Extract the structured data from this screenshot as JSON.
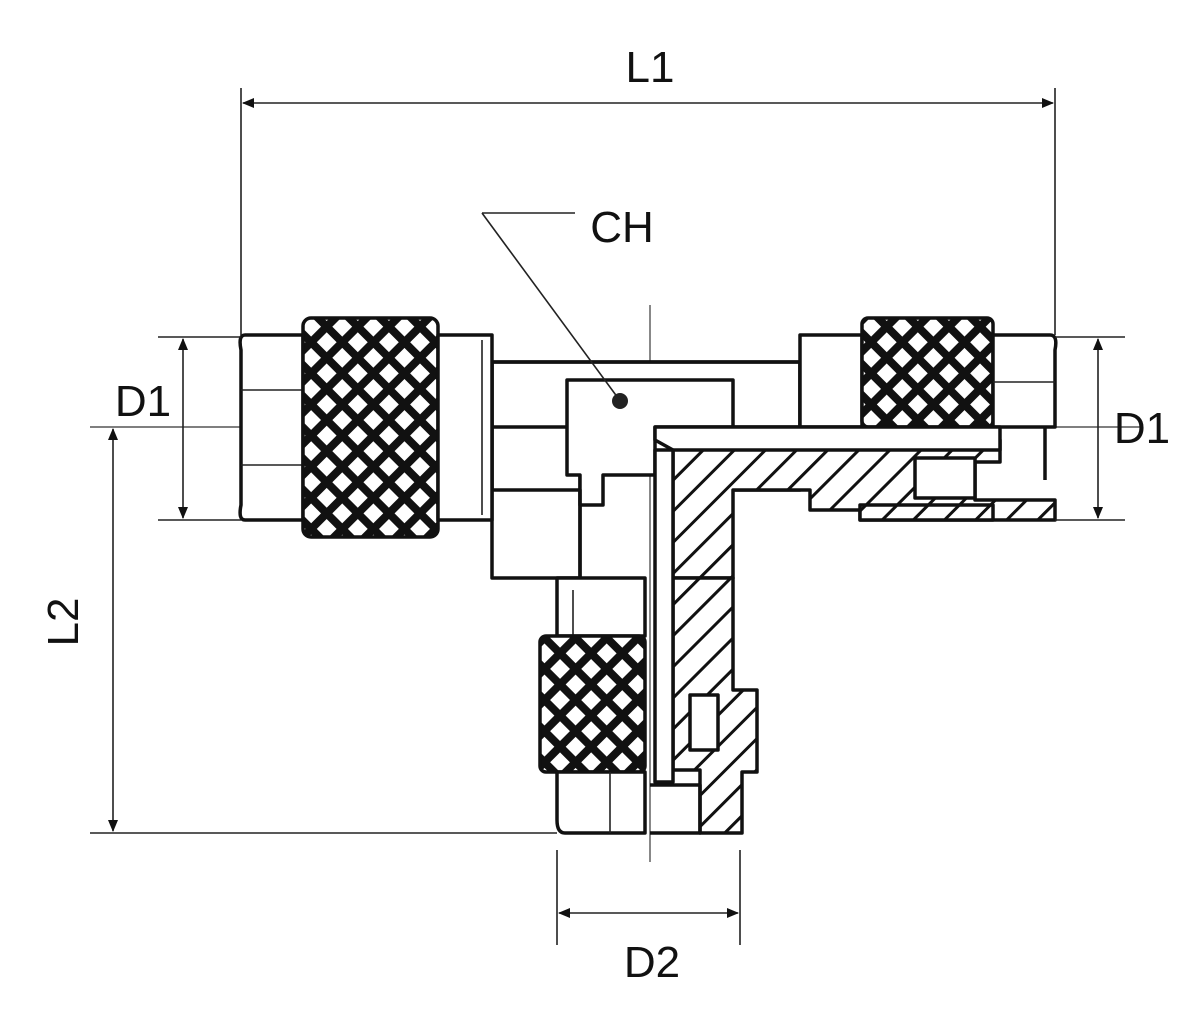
{
  "title": "Tee fitting with knurled compression nuts",
  "labels": {
    "l1": "L1",
    "ch": "CH",
    "d1_left": "D1",
    "d1_right": "D1",
    "l2": "L2",
    "d2": "D2"
  }
}
